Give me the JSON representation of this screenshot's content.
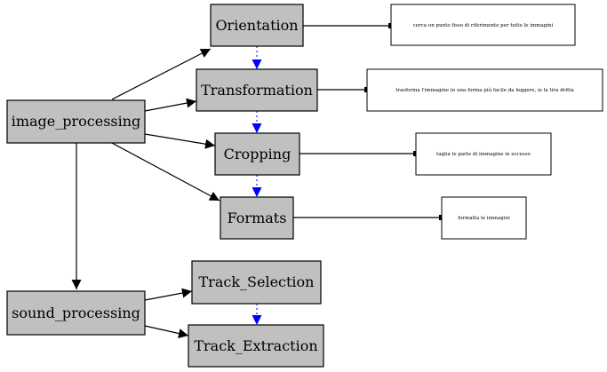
{
  "diagram": {
    "nodes": {
      "image_processing": "image_processing",
      "sound_processing": "sound_processing",
      "orientation": "Orientation",
      "transformation": "Transformation",
      "cropping": "Cropping",
      "formats": "Formats",
      "track_selection": "Track_Selection",
      "track_extraction": "Track_Extraction"
    },
    "notes": {
      "orientation": "cerca un punto fisso di riferimento per tutte le immagini",
      "transformation": "trasforma l'immagine in una forma più facile da leggere, ie la tira dritta",
      "cropping": "taglia le parte di immagine in eccesso",
      "formats": "formatta le immagini"
    },
    "colors": {
      "node_fill": "#c0c0c0",
      "edge": "#000000",
      "order_edge": "#0000ff"
    }
  }
}
